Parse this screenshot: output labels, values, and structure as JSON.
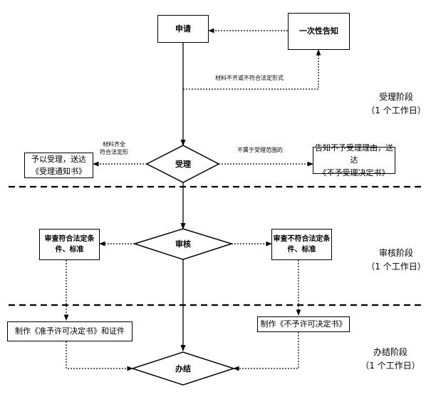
{
  "nodes": {
    "apply": "申请",
    "notify_once": "一次性告知",
    "accept": "受理",
    "accept_notice": [
      "予以受理，送达",
      "《受理通知书》"
    ],
    "reject_notice": [
      "告知不予受理理由，送达",
      "《不予受理决定书》"
    ],
    "review": "审核",
    "review_left": [
      "审查符合法定条",
      "件、标准"
    ],
    "review_right": [
      "审查不符合法定条",
      "件、标准"
    ],
    "make_license": "制作《准予许可决定书》和证件",
    "make_refusal": "制作《不予许可决定书》",
    "finish": "办结"
  },
  "edges": {
    "incomplete": "材料不齐或不符合法定形式",
    "complete": [
      "材料齐全",
      "符合法定形"
    ],
    "out_of_scope": "不属于受理范围的"
  },
  "phases": {
    "accept": [
      "受理阶段",
      "（1 个工作日）"
    ],
    "review": [
      "审核阶段",
      "（1 个工作日）"
    ],
    "finish": [
      "办结阶段",
      "（1 个工作日）"
    ]
  }
}
